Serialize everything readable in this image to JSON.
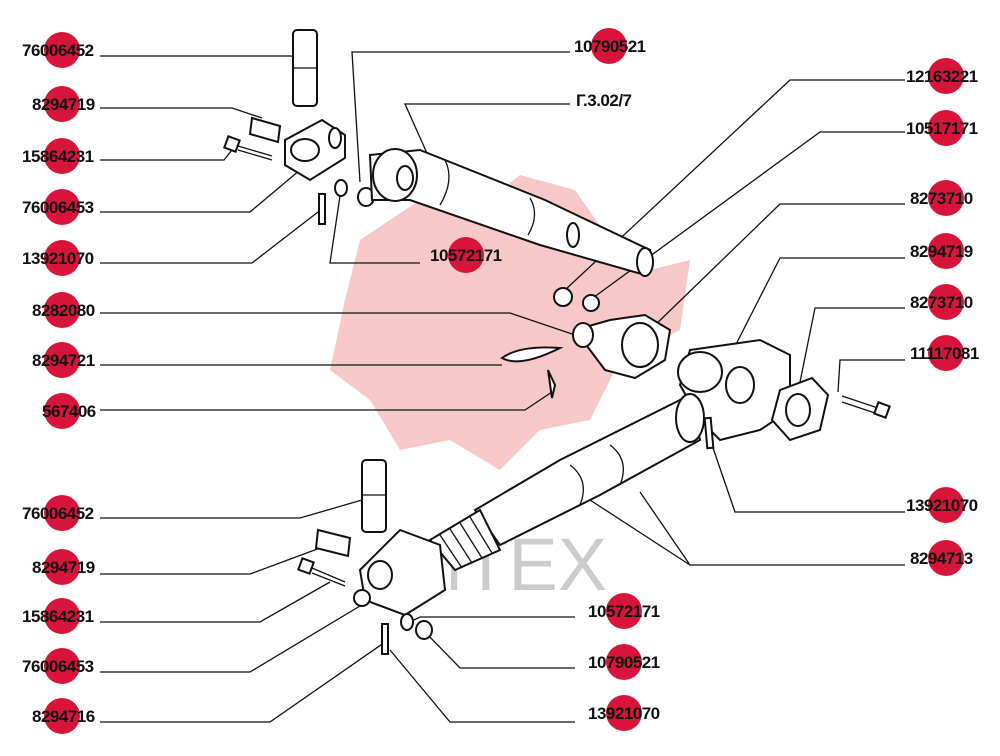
{
  "watermark": {
    "text": "ИТЕХ",
    "color": "#e03b3b"
  },
  "badge_color": "#d8143a",
  "labels": {
    "l_76006452_top": "76006452",
    "l_8294719_top": "8294719",
    "l_15864231_top": "15864231",
    "l_76006453_top": "76006453",
    "l_13921070_top": "13921070",
    "l_10790521_top": "10790521",
    "l_g302_7": "Г.3.02/7",
    "l_10572171_top": "10572171",
    "l_8282080": "8282080",
    "l_8294721": "8294721",
    "l_567406": "567406",
    "l_12163221": "12163221",
    "l_10517171": "10517171",
    "l_8273710_a": "8273710",
    "l_8294719_right": "8294719",
    "l_8273710_b": "8273710",
    "l_11117081": "11117081",
    "l_13921070_right": "13921070",
    "l_8294713": "8294713",
    "l_76006452_bot": "76006452",
    "l_8294719_bot": "8294719",
    "l_15864231_bot": "15864231",
    "l_76006453_bot": "76006453",
    "l_8294716": "8294716",
    "l_10572171_bot": "10572171",
    "l_10790521_bot": "10790521",
    "l_13921070_bot": "13921070"
  }
}
